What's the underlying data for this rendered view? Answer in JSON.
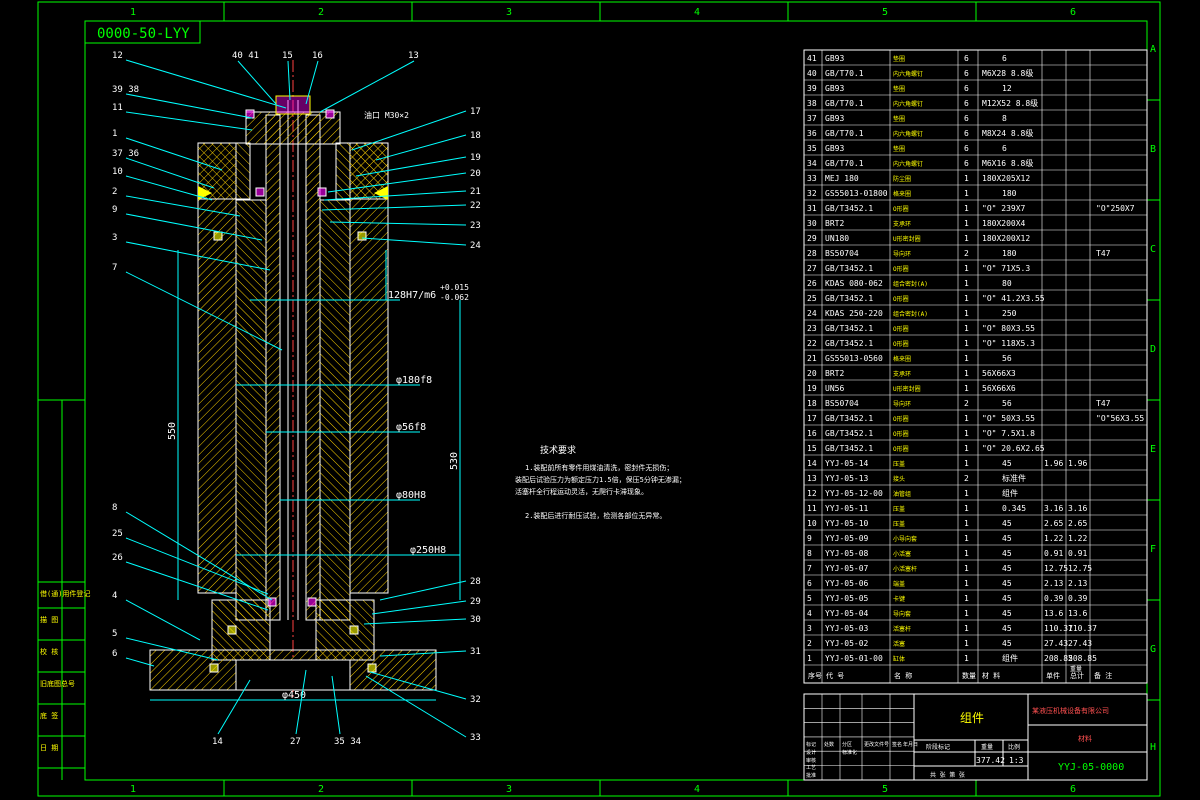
{
  "drawing_code_box": "0000-50-LYY",
  "col_markers": [
    "1",
    "2",
    "3",
    "4",
    "5",
    "6"
  ],
  "row_markers": [
    "A",
    "B",
    "C",
    "D",
    "E",
    "F",
    "G",
    "H"
  ],
  "left_column_labels": [
    "借(通)用件登记",
    "描 图",
    "校 核",
    "旧底图总号",
    "底 签",
    "日 期"
  ],
  "tech_requirements": {
    "title": "技术要求",
    "lines": [
      "1.装配前所有零件用煤油清洗，密封件无损伤；",
      "装配后试验压力为额定压力1.5倍，保压5分钟无渗漏；",
      "活塞杆全行程运动灵活，无爬行卡滞现象。",
      "2.装配后进行耐压试验，检测各部位无异常。"
    ]
  },
  "dimensions": {
    "fit_128": "128H7/m6",
    "fit_128_tol_upper": "+0.015",
    "fit_128_tol_lower": "-0.062",
    "d180": "φ180f8",
    "d56": "φ56f8",
    "d80": "φ80H8",
    "d250": "φ250H8",
    "stroke550": "550",
    "len530": "530",
    "d450": "φ450"
  },
  "port_note": "油口 M30×2",
  "balloons_left": [
    "12",
    "39 38",
    "11",
    "1",
    "37 36",
    "10",
    "2",
    "9",
    "3",
    "7",
    "8",
    "25",
    "26",
    "4",
    "5",
    "6"
  ],
  "balloons_top": [
    "40 41",
    "15",
    "16",
    "13"
  ],
  "balloons_right": [
    "17",
    "18",
    "19",
    "20",
    "21",
    "22",
    "23",
    "24",
    "28",
    "29",
    "30",
    "31",
    "32",
    "33"
  ],
  "balloons_bottom": [
    "14",
    "27",
    "35 34"
  ],
  "bom": {
    "rows": [
      [
        "41",
        "GB93",
        "垫圈",
        "6",
        "6",
        "",
        "",
        ""
      ],
      [
        "40",
        "GB/T70.1",
        "内六角螺钉",
        "6",
        "M6X28  8.8级",
        "",
        "",
        ""
      ],
      [
        "39",
        "GB93",
        "垫圈",
        "6",
        "12",
        "",
        "",
        ""
      ],
      [
        "38",
        "GB/T70.1",
        "内六角螺钉",
        "6",
        "M12X52  8.8级",
        "",
        "",
        ""
      ],
      [
        "37",
        "GB93",
        "垫圈",
        "6",
        "8",
        "",
        "",
        ""
      ],
      [
        "36",
        "GB/T70.1",
        "内六角螺钉",
        "6",
        "M8X24  8.8级",
        "",
        "",
        ""
      ],
      [
        "35",
        "GB93",
        "垫圈",
        "6",
        "6",
        "",
        "",
        ""
      ],
      [
        "34",
        "GB/T70.1",
        "内六角螺钉",
        "6",
        "M6X16  8.8级",
        "",
        "",
        ""
      ],
      [
        "33",
        "MEJ 180",
        "防尘圈",
        "1",
        "180X205X12",
        "",
        "",
        ""
      ],
      [
        "32",
        "GS55013-01800",
        "格来圈",
        "1",
        "180",
        "",
        "",
        ""
      ],
      [
        "31",
        "GB/T3452.1",
        "O形圈",
        "1",
        "\"O\" 239X7",
        "",
        "",
        "\"O\"250X7"
      ],
      [
        "30",
        "BRT2",
        "支承环",
        "1",
        "180X200X4",
        "",
        "",
        ""
      ],
      [
        "29",
        "UN180",
        "U形密封圈",
        "1",
        "180X200X12",
        "",
        "",
        ""
      ],
      [
        "28",
        "BS50704",
        "导向环",
        "2",
        "180",
        "",
        "",
        "T47"
      ],
      [
        "27",
        "GB/T3452.1",
        "O形圈",
        "1",
        "\"O\" 71X5.3",
        "",
        "",
        ""
      ],
      [
        "26",
        "KDAS 080-062",
        "组合密封(A)",
        "1",
        "80",
        "",
        "",
        ""
      ],
      [
        "25",
        "GB/T3452.1",
        "O形圈",
        "1",
        "\"O\" 41.2X3.55",
        "",
        "",
        ""
      ],
      [
        "24",
        "KDAS 250-220",
        "组合密封(A)",
        "1",
        "250",
        "",
        "",
        ""
      ],
      [
        "23",
        "GB/T3452.1",
        "O形圈",
        "1",
        "\"O\" 80X3.55",
        "",
        "",
        ""
      ],
      [
        "22",
        "GB/T3452.1",
        "O形圈",
        "1",
        "\"O\" 118X5.3",
        "",
        "",
        ""
      ],
      [
        "21",
        "GS55013-0560",
        "格来圈",
        "1",
        "56",
        "",
        "",
        ""
      ],
      [
        "20",
        "BRT2",
        "支承环",
        "1",
        "56X66X3",
        "",
        "",
        ""
      ],
      [
        "19",
        "UN56",
        "U形密封圈",
        "1",
        "56X66X6",
        "",
        "",
        ""
      ],
      [
        "18",
        "BS50704",
        "导向环",
        "2",
        "56",
        "",
        "",
        "T47"
      ],
      [
        "17",
        "GB/T3452.1",
        "O形圈",
        "1",
        "\"O\" 50X3.55",
        "",
        "",
        "\"O\"56X3.55"
      ],
      [
        "16",
        "GB/T3452.1",
        "O形圈",
        "1",
        "\"O\" 7.5X1.8",
        "",
        "",
        ""
      ],
      [
        "15",
        "GB/T3452.1",
        "O形圈",
        "1",
        "\"O\" 20.6X2.65",
        "",
        "",
        ""
      ],
      [
        "14",
        "YYJ-05-14",
        "压盖",
        "1",
        "45",
        "1.96",
        "1.96",
        ""
      ],
      [
        "13",
        "YYJ-05-13",
        "接头",
        "2",
        "标准件",
        "",
        "",
        ""
      ],
      [
        "12",
        "YYJ-05-12-00",
        "油管组",
        "1",
        "组件",
        "",
        "",
        ""
      ],
      [
        "11",
        "YYJ-05-11",
        "压盖",
        "1",
        "0.345",
        "3.16",
        "3.16",
        ""
      ],
      [
        "10",
        "YYJ-05-10",
        "压盖",
        "1",
        "45",
        "2.65",
        "2.65",
        ""
      ],
      [
        "9",
        "YYJ-05-09",
        "小导向套",
        "1",
        "45",
        "1.22",
        "1.22",
        ""
      ],
      [
        "8",
        "YYJ-05-08",
        "小活塞",
        "1",
        "45",
        "0.91",
        "0.91",
        ""
      ],
      [
        "7",
        "YYJ-05-07",
        "小活塞杆",
        "1",
        "45",
        "12.75",
        "12.75",
        ""
      ],
      [
        "6",
        "YYJ-05-06",
        "端盖",
        "1",
        "45",
        "2.13",
        "2.13",
        ""
      ],
      [
        "5",
        "YYJ-05-05",
        "卡键",
        "1",
        "45",
        "0.39",
        "0.39",
        ""
      ],
      [
        "4",
        "YYJ-05-04",
        "导向套",
        "1",
        "45",
        "13.6",
        "13.6",
        ""
      ],
      [
        "3",
        "YYJ-05-03",
        "活塞杆",
        "1",
        "45",
        "110.37",
        "110.37",
        ""
      ],
      [
        "2",
        "YYJ-05-02",
        "活塞",
        "1",
        "45",
        "27.43",
        "27.43",
        ""
      ],
      [
        "1",
        "YYJ-05-01-00",
        "缸体",
        "1",
        "组件",
        "208.85",
        "208.85",
        ""
      ]
    ],
    "header": [
      "序号",
      "代 号",
      "名 称",
      "数量",
      "材 料",
      "单件",
      "总计",
      "备 注"
    ],
    "header_sub": "重量"
  },
  "title_block": {
    "part_name": "组件",
    "org": "某液压机械设备有限公司",
    "material_label": "材料",
    "drawing_no": "YYJ-05-0000",
    "weight": "377.42",
    "scale": "1:3",
    "stage_label": "阶段标记",
    "weight_label": "重量",
    "scale_label": "比例",
    "sheet_label": "共 张  第 张",
    "small_labels": [
      "标记",
      "处数",
      "分区",
      "更改文件号",
      "签名",
      "年月日",
      "设计",
      "标准化",
      "审核",
      "工艺",
      "批准"
    ]
  }
}
